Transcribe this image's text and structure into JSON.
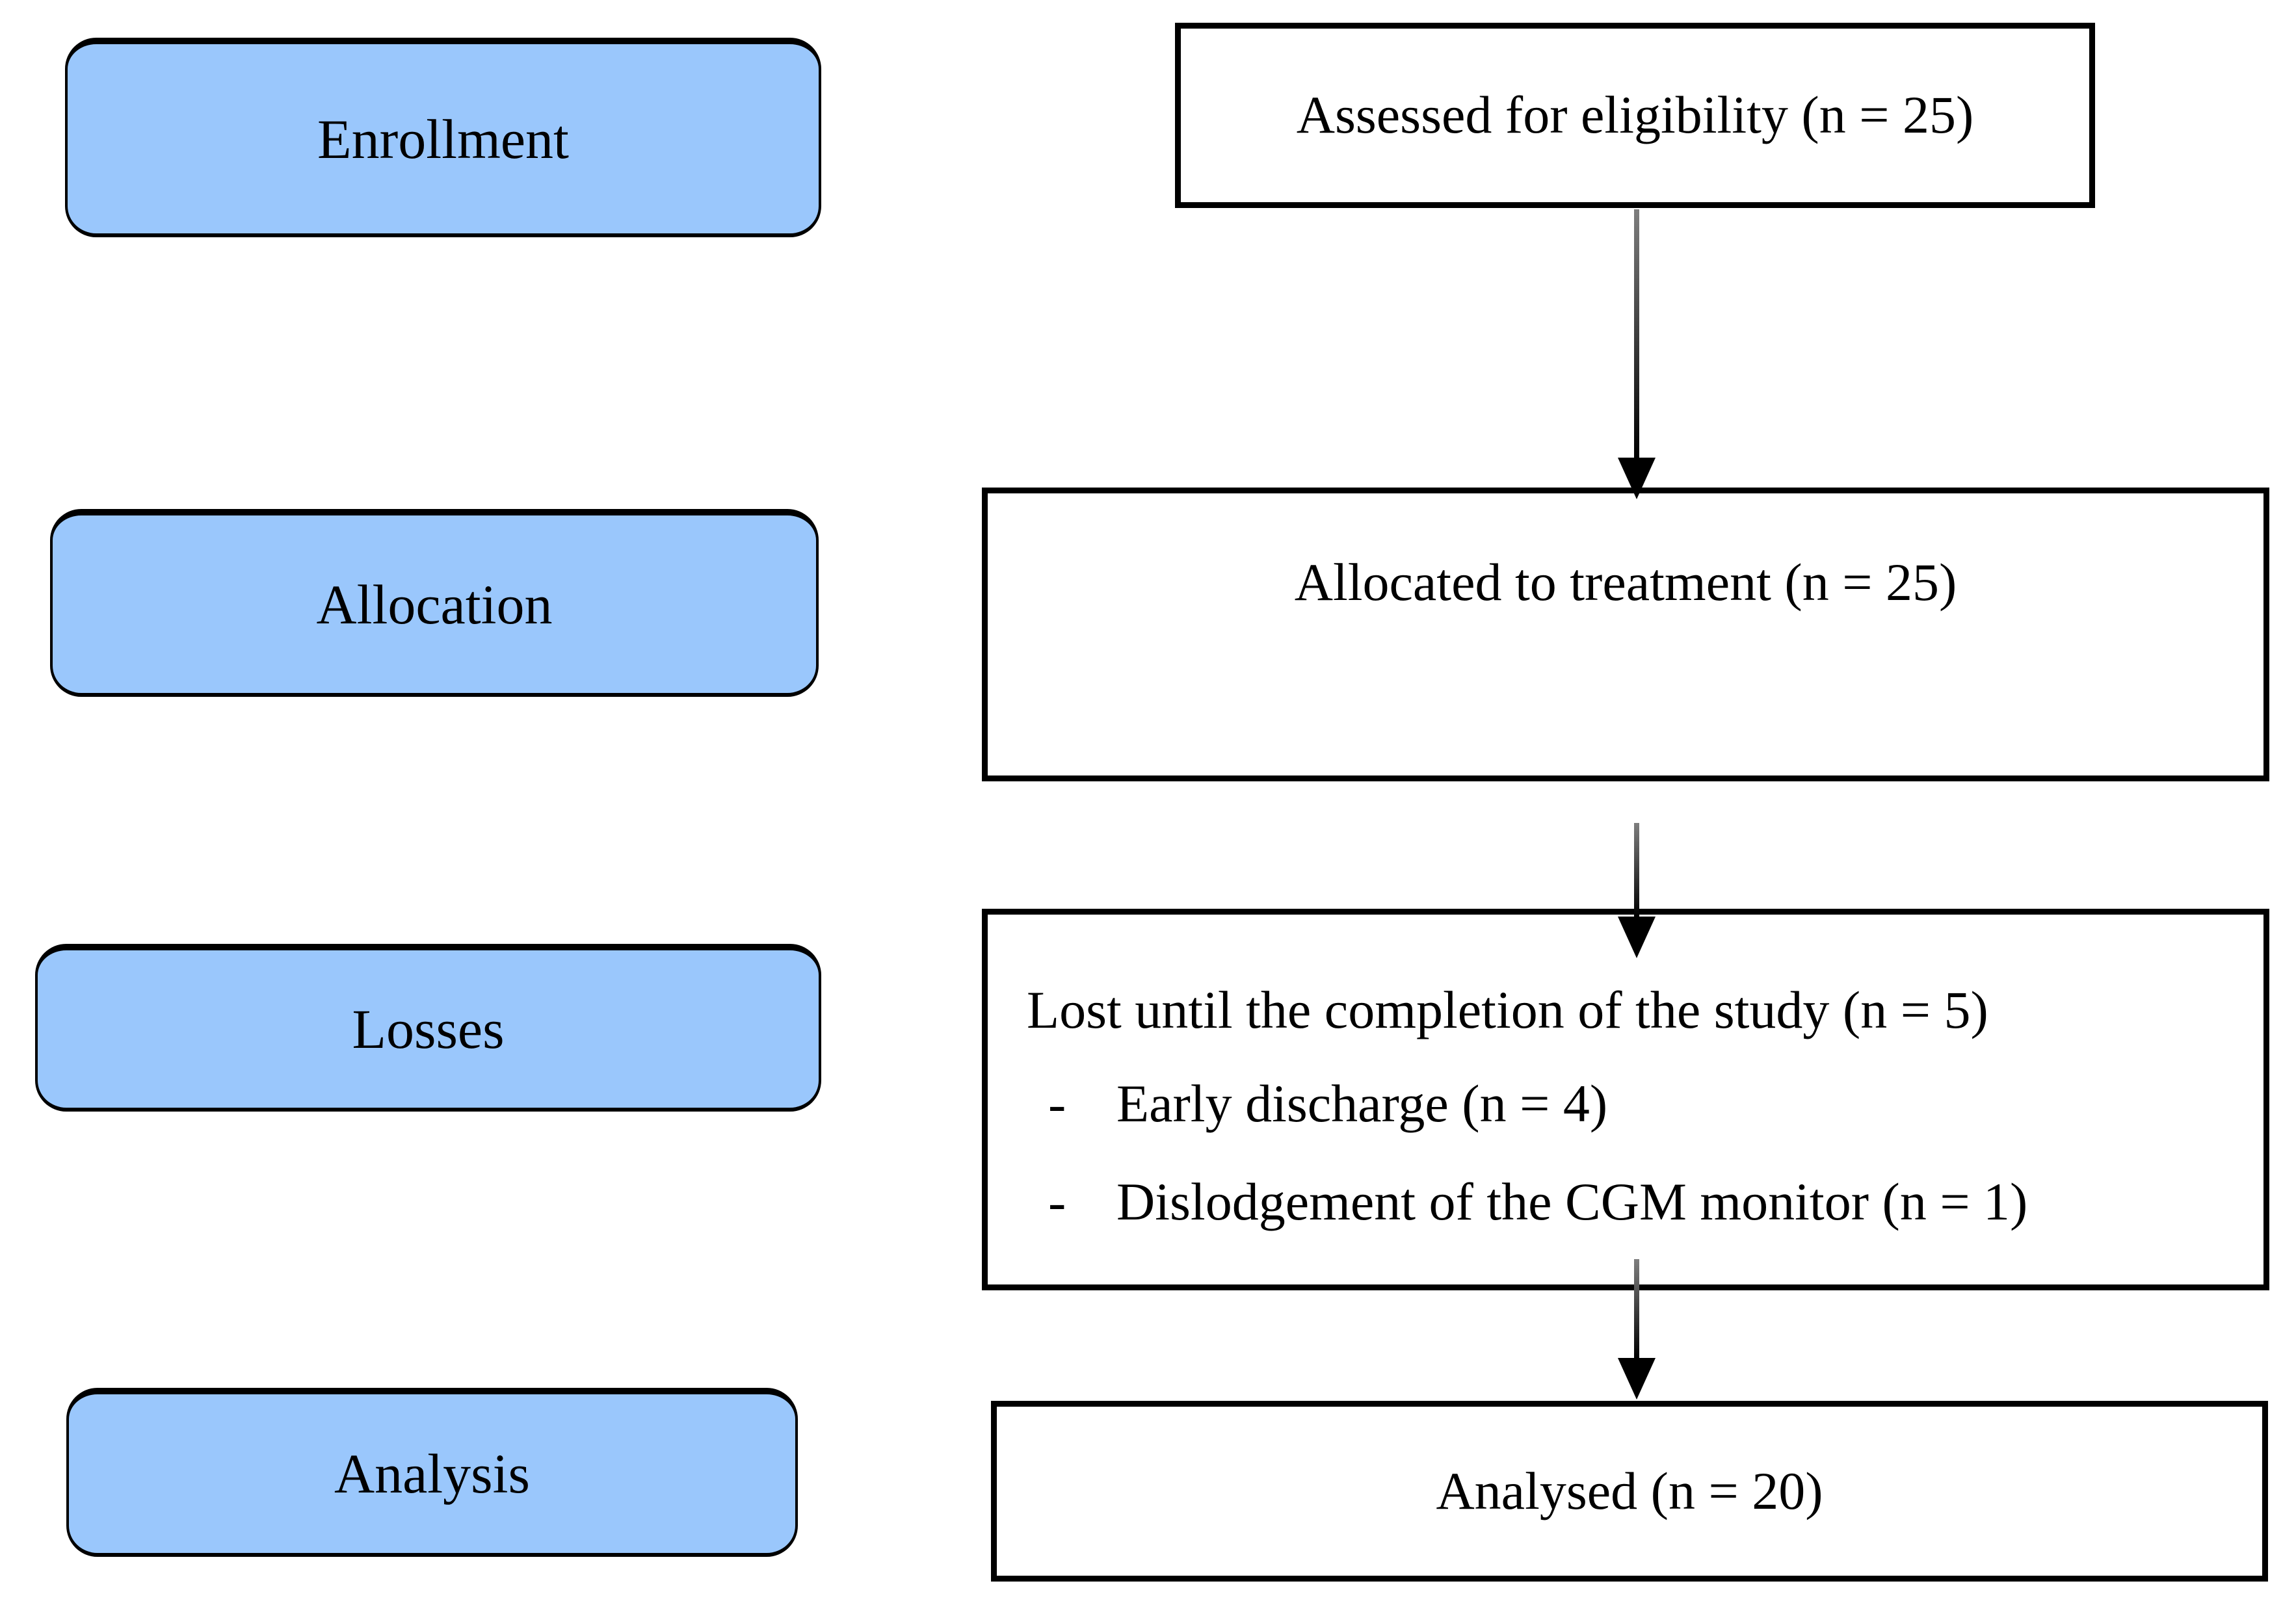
{
  "colors": {
    "stage_fill": "#9AC7FC",
    "border": "#000000",
    "arrow_shaft_top": "#7E7E7E",
    "arrow_shaft_bottom": "#000000",
    "text": "#000000",
    "background": "#FFFFFF"
  },
  "stages": [
    {
      "label": "Enrollment"
    },
    {
      "label": "Allocation"
    },
    {
      "label": "Losses"
    },
    {
      "label": "Analysis"
    }
  ],
  "flow": {
    "assessed_label": "Assessed for eligibility (n = 25)",
    "allocated_label": "Allocated to treatment (n = 25)",
    "losses_title": "Lost until the completion of the study (n = 5)",
    "losses_items": [
      {
        "dash": "-",
        "label": "Early discharge (n = 4)"
      },
      {
        "dash": "-",
        "label": "Dislodgement of the CGM monitor (n = 1)"
      }
    ],
    "analysed_label": "Analysed (n = 20)"
  }
}
